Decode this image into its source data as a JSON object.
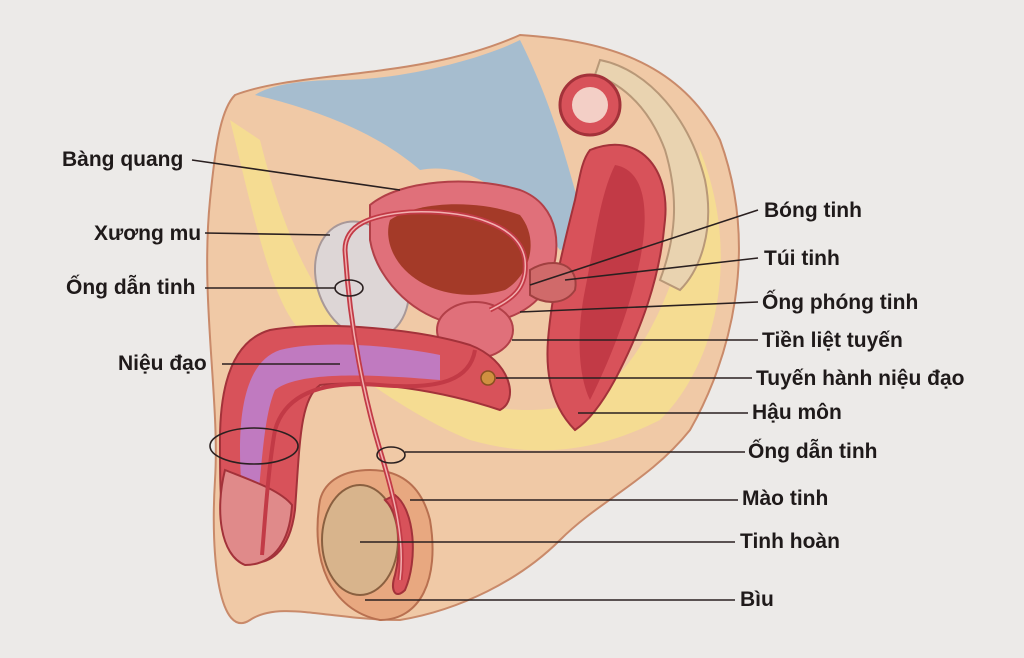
{
  "labels": {
    "bang_quang": "Bàng quang",
    "xuong_mu": "Xương mu",
    "ong_dan_tinh_left": "Ống dẫn tinh",
    "nieu_dao": "Niệu đạo",
    "bong_tinh": "Bóng tinh",
    "tui_tinh": "Túi tinh",
    "ong_phong_tinh": "Ống phóng tinh",
    "tien_liet_tuyen": "Tiền liệt tuyến",
    "tuyen_hanh_nieu_dao": "Tuyến hành niệu đạo",
    "hau_mon": "Hậu môn",
    "ong_dan_tinh_right": "Ống dẫn tinh",
    "mao_tinh": "Mào tinh",
    "tinh_hoan": "Tinh hoàn",
    "biu": "Bìu"
  },
  "colors": {
    "background": "#eceae8",
    "skin": "#f0c9a6",
    "fat": "#f6df8e",
    "muscle": "#d8525a",
    "bladder_wall": "#e0707a",
    "bladder_inner": "#a43a28",
    "peritoneum": "#9dbbd4",
    "erectile": "#c07ac0",
    "testis": "#d8b48c",
    "bone": "#ddd6d6"
  }
}
